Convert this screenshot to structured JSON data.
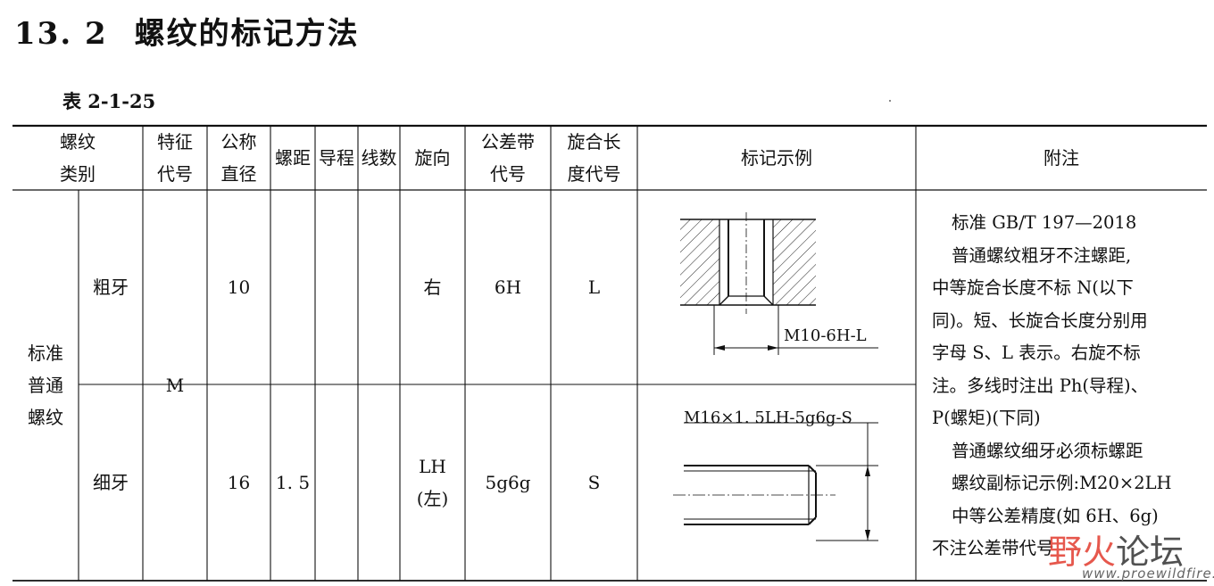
{
  "section": {
    "number": "13. 2",
    "title": "螺纹的标记方法"
  },
  "table_caption": "表 2-1-25",
  "headers": {
    "category": [
      "螺纹",
      "类别"
    ],
    "feature_code": [
      "特征",
      "代号"
    ],
    "nominal_diameter": [
      "公称",
      "直径"
    ],
    "pitch": "螺距",
    "lead": "导程",
    "starts": "线数",
    "direction": "旋向",
    "tolerance_code": [
      "公差带",
      "代号"
    ],
    "engagement_code": [
      "旋合长",
      "度代号"
    ],
    "example": "标记示例",
    "notes": "附注"
  },
  "group_label": [
    "标准",
    "普通",
    "螺纹"
  ],
  "feature_code": "M",
  "rows": [
    {
      "type": "粗牙",
      "diameter": "10",
      "pitch": "",
      "lead": "",
      "starts": "",
      "direction": [
        "右"
      ],
      "tolerance": "6H",
      "engagement": "L",
      "example_label": "M10-6H-L"
    },
    {
      "type": "细牙",
      "diameter": "16",
      "pitch": "1. 5",
      "lead": "",
      "starts": "",
      "direction": [
        "LH",
        "(左)"
      ],
      "tolerance": "5g6g",
      "engagement": "S",
      "example_label": "M16×1. 5LH-5g6g-S"
    }
  ],
  "notes": [
    "标准 GB/T 197—2018",
    "普通螺纹粗牙不注螺距,",
    "中等旋合长度不标 N(以下",
    "同)。短、长旋合长度分别用",
    "字母 S、L 表示。右旋不标",
    "注。多线时注出 Ph(导程)、",
    "P(螺矩)(下同)",
    "普通螺纹细牙必须标螺距",
    "螺纹副标记示例:M20×2LH",
    "中等公差精度(如 6H、6g)",
    "不注公差带代号"
  ],
  "watermark": {
    "text_a": "野火",
    "text_b": "论坛",
    "url": "www.proewildfire.cn"
  }
}
